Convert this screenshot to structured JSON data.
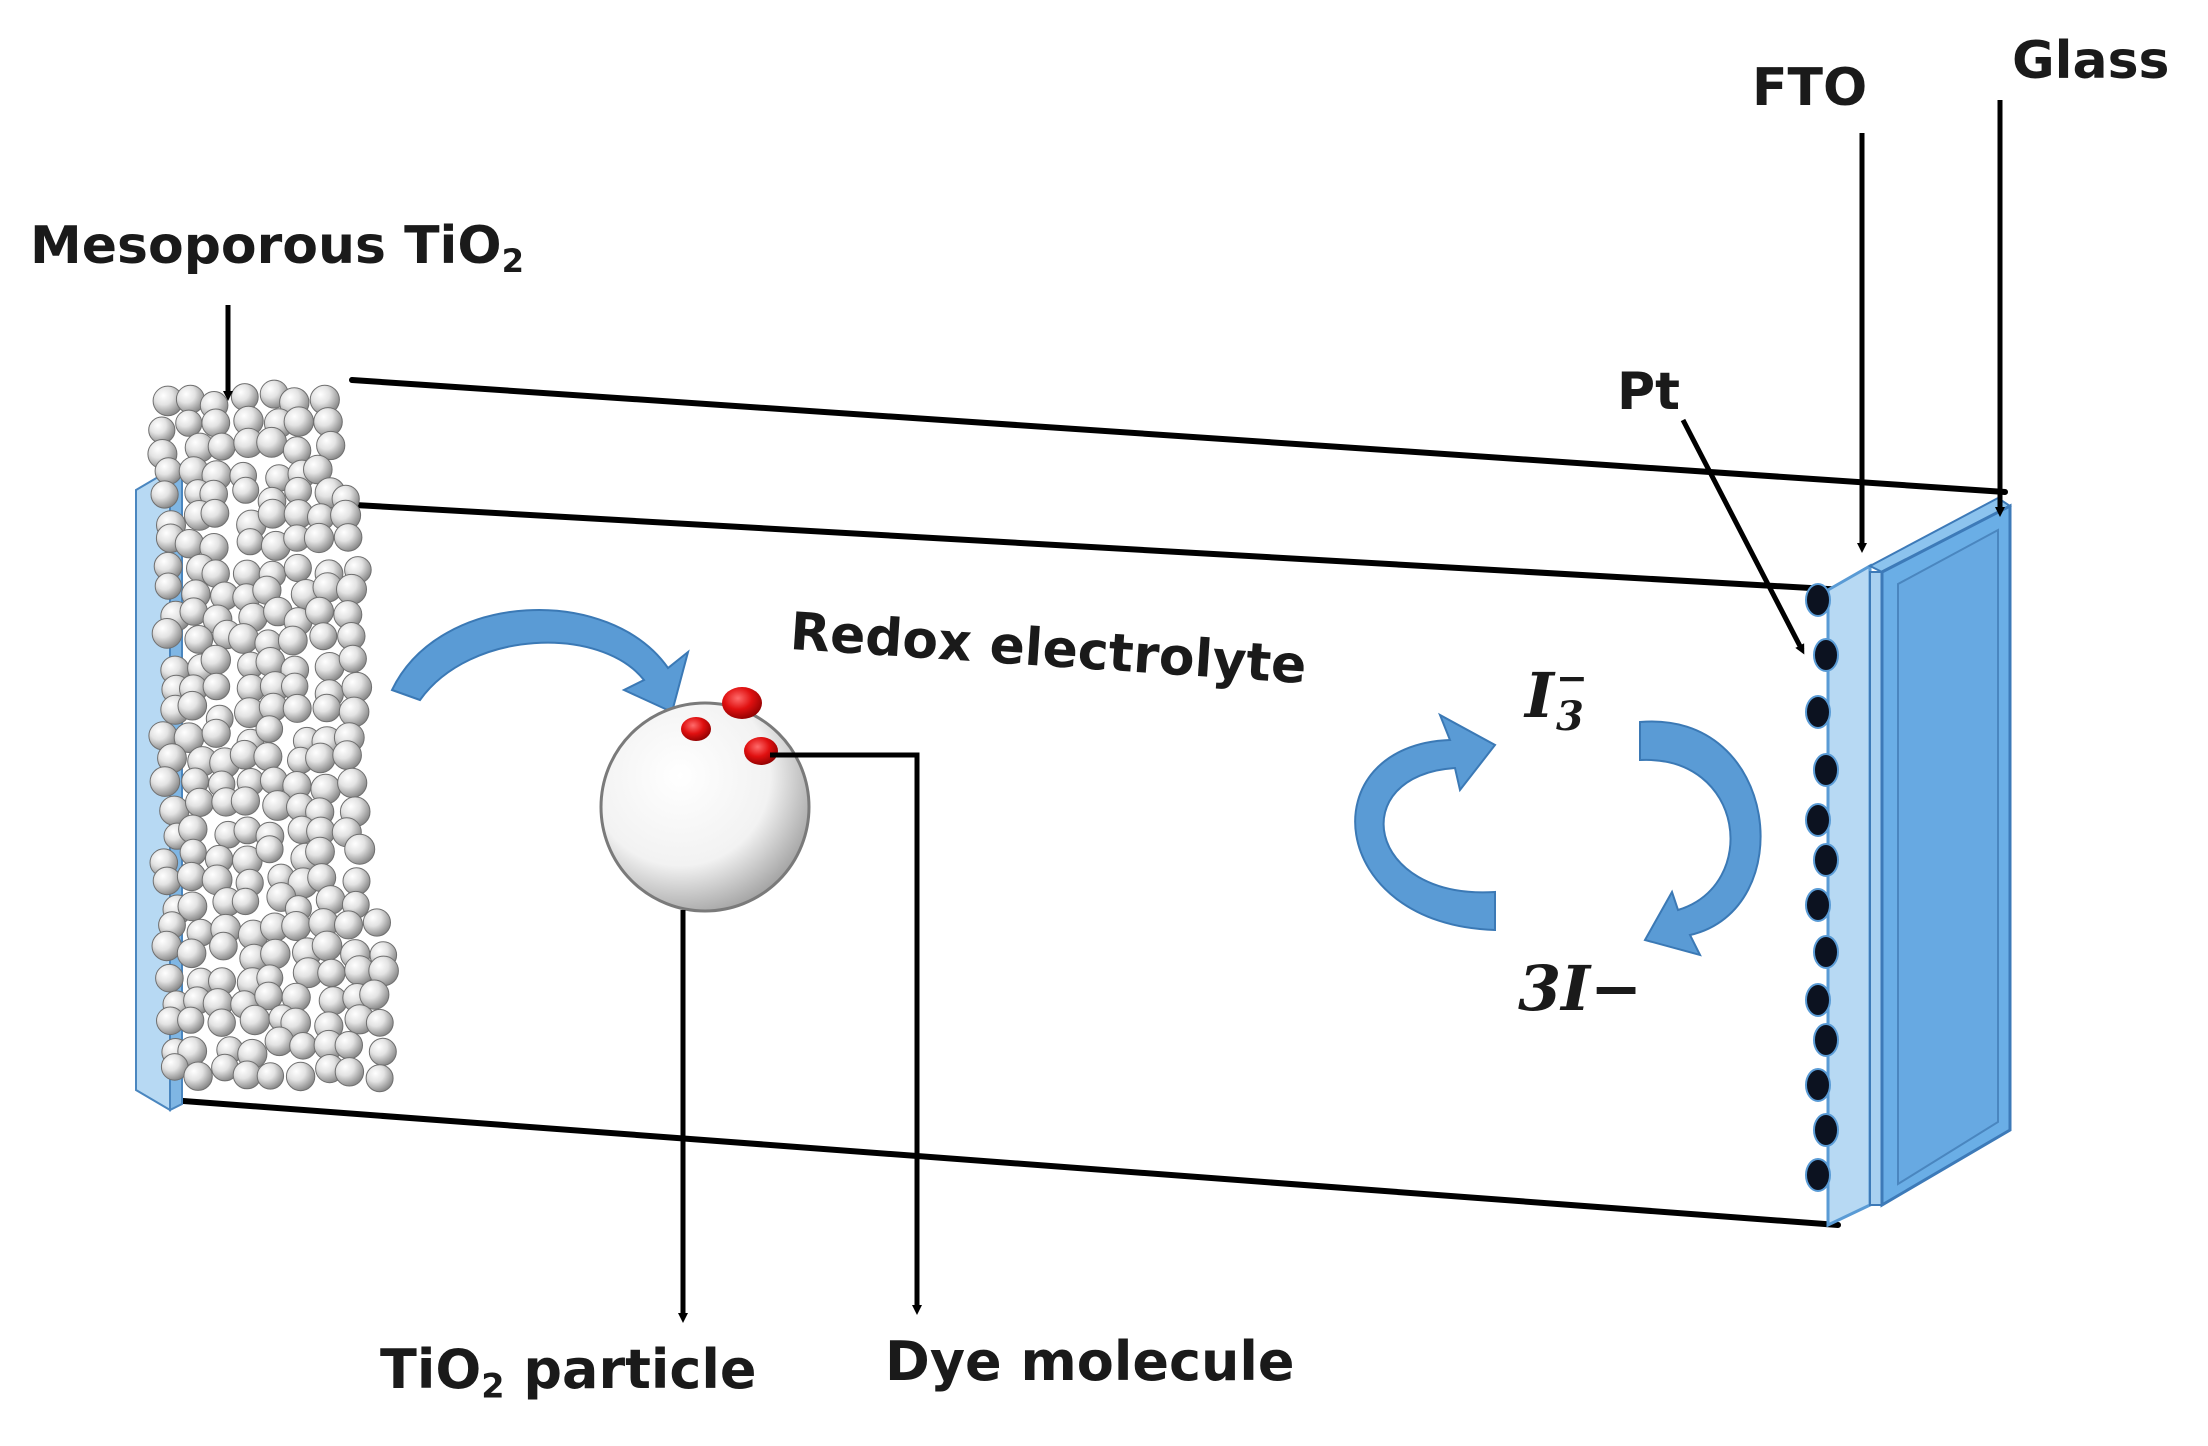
{
  "labels": {
    "mesoporous_base": "Mesoporous TiO",
    "mesoporous_sub": "2",
    "fto": "FTO",
    "glass": "Glass",
    "pt": "Pt",
    "redox": "Redox electrolyte",
    "triiodide_base": "I",
    "triiodide_sub": "3",
    "triiodide_sup": "−",
    "iodide": "3I−",
    "tio2_particle_base": "TiO",
    "tio2_particle_sub": "2",
    "tio2_particle_rest": " particle",
    "dye": "Dye molecule"
  },
  "colors": {
    "glass_fill": "#6aaee6",
    "fto_fill": "#b7d9f3",
    "arrow_blue": "#5a9bd5",
    "dye_red": "#e01010",
    "pt_dark": "#0c1220",
    "line_black": "#000000",
    "particle_silver": "#d9d9d9"
  }
}
